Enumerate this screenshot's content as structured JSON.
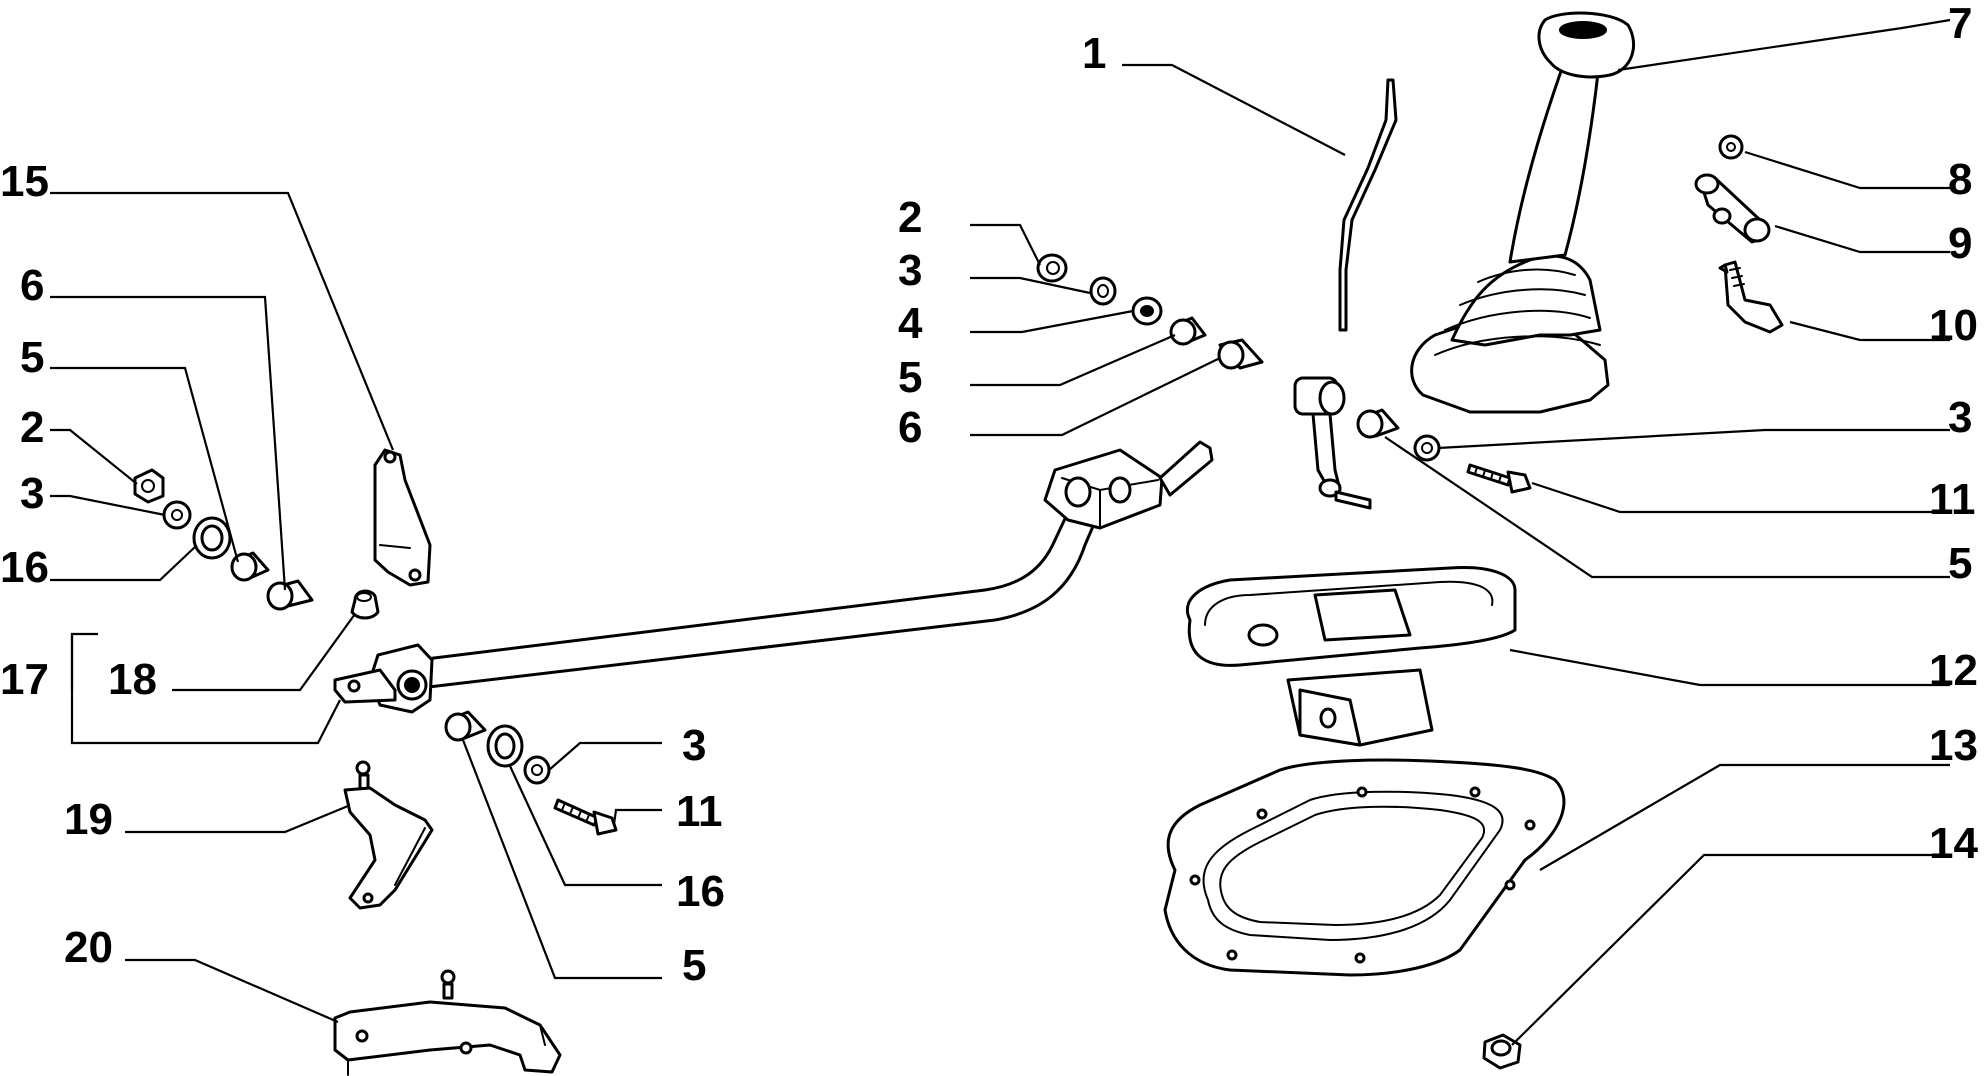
{
  "callouts": [
    {
      "id": "c1",
      "label": "1"
    },
    {
      "id": "c2a",
      "label": "2"
    },
    {
      "id": "c3a",
      "label": "3"
    },
    {
      "id": "c4",
      "label": "4"
    },
    {
      "id": "c5a",
      "label": "5"
    },
    {
      "id": "c6a",
      "label": "6"
    },
    {
      "id": "c7",
      "label": "7"
    },
    {
      "id": "c8",
      "label": "8"
    },
    {
      "id": "c9",
      "label": "9"
    },
    {
      "id": "c10",
      "label": "10"
    },
    {
      "id": "c3b",
      "label": "3"
    },
    {
      "id": "c11a",
      "label": "11"
    },
    {
      "id": "c5b",
      "label": "5"
    },
    {
      "id": "c12",
      "label": "12"
    },
    {
      "id": "c13",
      "label": "13"
    },
    {
      "id": "c14",
      "label": "14"
    },
    {
      "id": "c15",
      "label": "15"
    },
    {
      "id": "c6b",
      "label": "6"
    },
    {
      "id": "c5c",
      "label": "5"
    },
    {
      "id": "c2b",
      "label": "2"
    },
    {
      "id": "c3c",
      "label": "3"
    },
    {
      "id": "c16a",
      "label": "16"
    },
    {
      "id": "c17",
      "label": "17"
    },
    {
      "id": "c18",
      "label": "18"
    },
    {
      "id": "c3d",
      "label": "3"
    },
    {
      "id": "c11b",
      "label": "11"
    },
    {
      "id": "c16b",
      "label": "16"
    },
    {
      "id": "c19",
      "label": "19"
    },
    {
      "id": "c5d",
      "label": "5"
    },
    {
      "id": "c20",
      "label": "20"
    }
  ]
}
